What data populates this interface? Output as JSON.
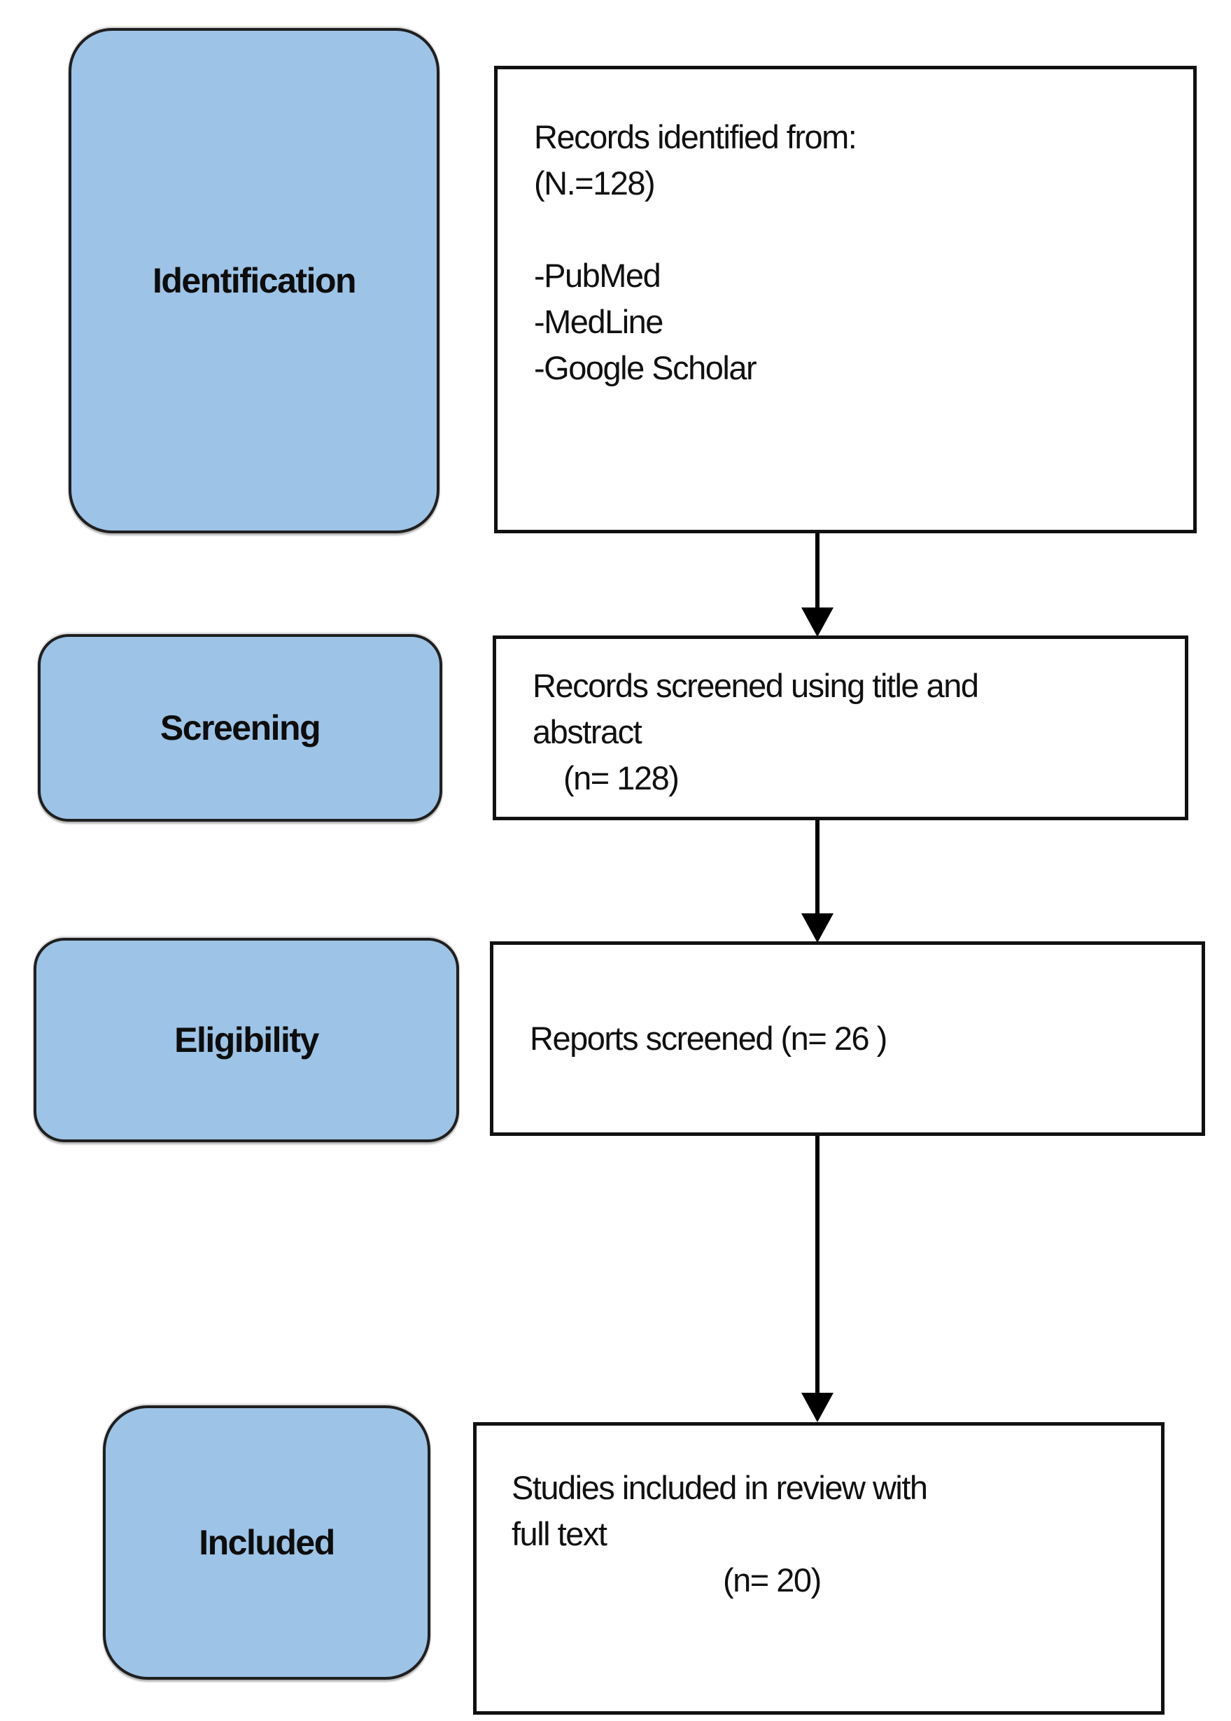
{
  "flow": {
    "stages": [
      {
        "label": "Identification"
      },
      {
        "label": "Screening"
      },
      {
        "label": "Eligibility"
      },
      {
        "label": "Included"
      }
    ],
    "boxes": [
      {
        "lines": [
          "Records identified from:",
          "(N.=128)",
          "",
          "-PubMed",
          "-MedLine",
          "-Google Scholar"
        ]
      },
      {
        "lines": [
          "Records screened using title and",
          "abstract",
          "(n= 128)"
        ]
      },
      {
        "lines": [
          "Reports screened (n= 26 )"
        ]
      },
      {
        "lines": [
          "Studies included in review with",
          "full text",
          "(n= 20)"
        ]
      }
    ],
    "colors": {
      "stage_fill": "#9dc3e6",
      "stage_border": "#1f1f1f",
      "box_border": "#111111",
      "arrow": "#000000",
      "background": "#ffffff"
    }
  }
}
